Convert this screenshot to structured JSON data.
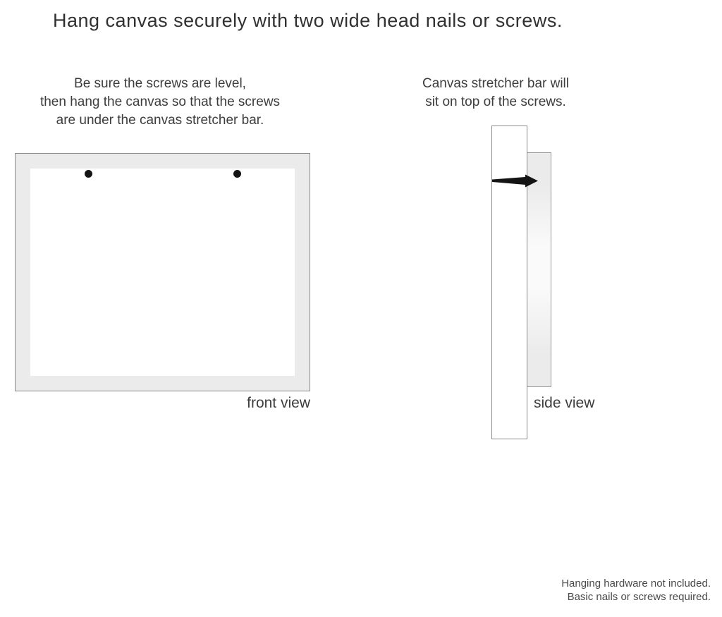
{
  "title": "Hang canvas securely with two wide head nails or screws.",
  "instructions": {
    "front": [
      "Be sure the screws are level,",
      "then hang the canvas so that the screws",
      "are under the canvas stretcher bar."
    ],
    "side": [
      "Canvas stretcher bar will",
      "sit on top of the screws."
    ]
  },
  "labels": {
    "front_view": "front view",
    "side_view": "side view"
  },
  "footer": [
    "Hanging hardware not included.",
    "Basic nails or screws required."
  ],
  "colors": {
    "background": "#ffffff",
    "text": "#3d3d3d",
    "border": "#8a8a8a",
    "canvas_fill": "#ebebeb",
    "nail": "#141414"
  }
}
